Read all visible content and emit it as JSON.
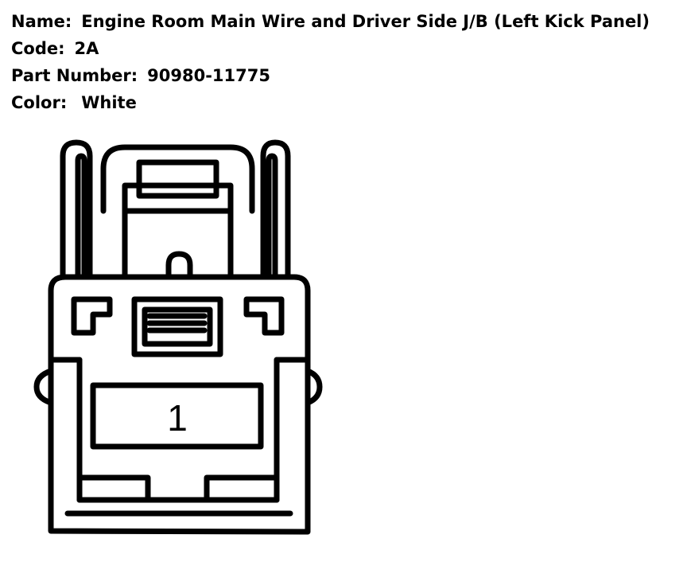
{
  "info": {
    "name_label": "Name:",
    "name_value": "Engine Room Main Wire and Driver Side J/B (Left Kick Panel)",
    "code_label": "Code:",
    "code_value": "2A",
    "part_label": "Part Number:",
    "part_value": "90980-11775",
    "color_label": "Color:",
    "color_value": "White"
  },
  "connector": {
    "pins": [
      "1"
    ]
  },
  "colors": {
    "line": "#000000",
    "background": "#ffffff"
  }
}
